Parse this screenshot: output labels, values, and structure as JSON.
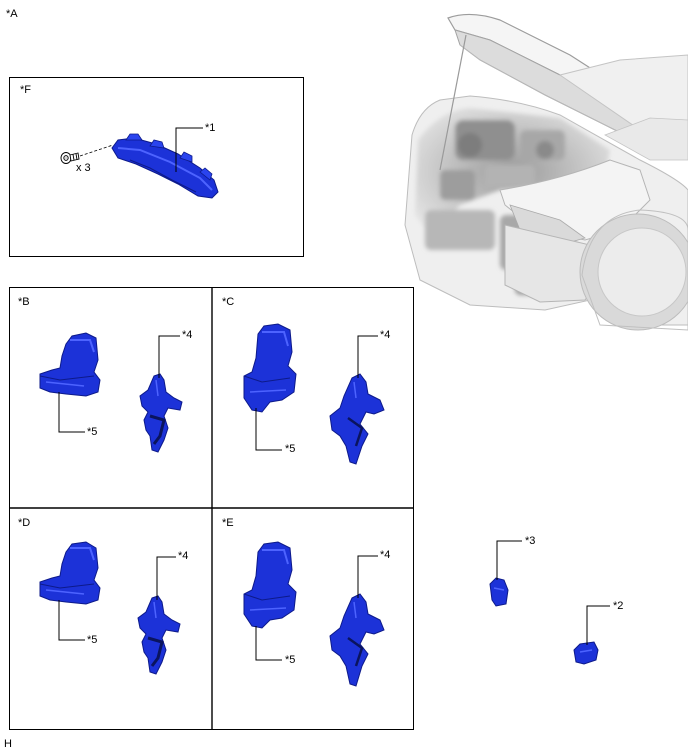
{
  "figure": {
    "title_label": "*A",
    "corner_code": "H"
  },
  "panels": [
    {
      "id": "F",
      "label": "*F"
    },
    {
      "id": "B",
      "label": "*B"
    },
    {
      "id": "C",
      "label": "*C"
    },
    {
      "id": "D",
      "label": "*D"
    },
    {
      "id": "E",
      "label": "*E"
    }
  ],
  "callouts": {
    "part1": "*1",
    "part2": "*2",
    "part3": "*3",
    "part4": "*4",
    "part5": "*5"
  },
  "fastener": {
    "quantity_label": "x 3",
    "icon": "bolt-icon"
  },
  "colors": {
    "part_fill": "#1c32d8",
    "part_dark": "#0d1a8a",
    "part_light": "#4d63ff",
    "vehicle_gray": "#c9c9c9"
  }
}
